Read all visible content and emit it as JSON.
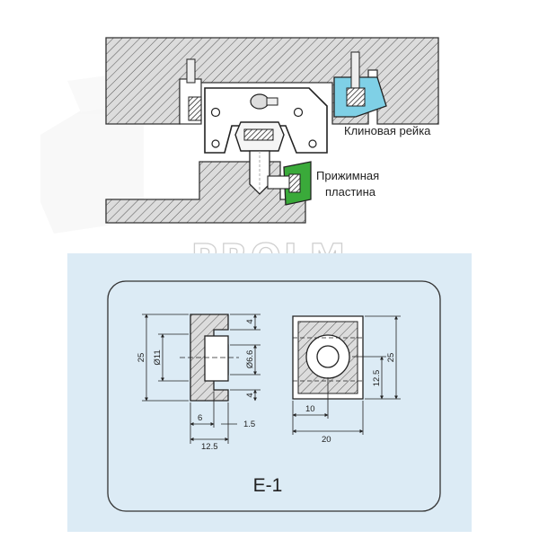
{
  "callouts": {
    "wedge_rail": "Клиновая рейка",
    "clamp_plate_line1": "Прижимная",
    "clamp_plate_line2": "пластина"
  },
  "watermark": "PROLM",
  "drawing": {
    "code": "E-1",
    "side_view": {
      "height": "25",
      "bore": "Ø11",
      "hole": "Ø6.6",
      "top": "4",
      "bottom": "4",
      "step": "6",
      "offset": "1.5",
      "width": "12.5"
    },
    "front_view": {
      "height": "25",
      "half_height": "12.5",
      "half_width": "10",
      "width": "20"
    }
  },
  "colors": {
    "hatch_fill": "#dcdcdc",
    "wedge": "#7fd0e6",
    "clamp": "#3aaa3a",
    "panel": "#dcebf5"
  }
}
